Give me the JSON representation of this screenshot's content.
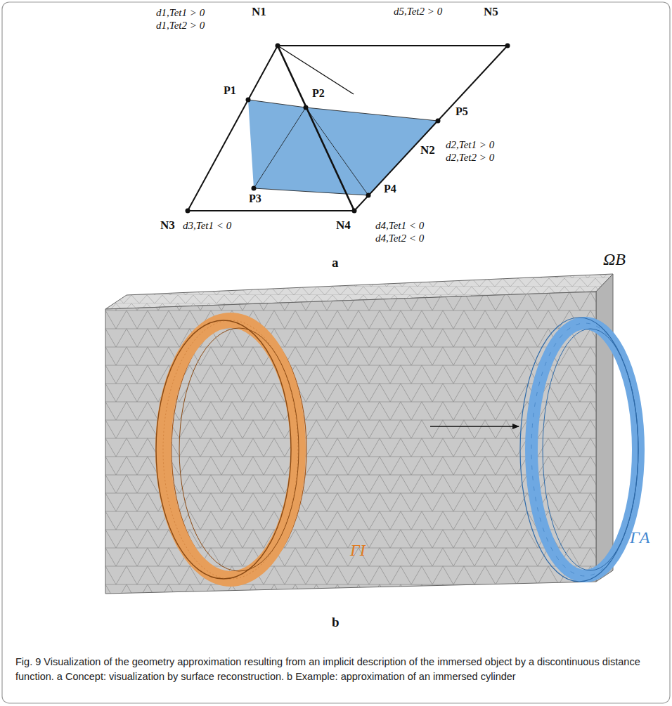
{
  "diagram": {
    "caption": "Fig. 9 Visualization of the geometry approximation resulting from an implicit description of the immersed object by a discontinuous distance function. a Concept: visualization by surface reconstruction. b Example: approximation of an immersed cylinder",
    "labels": [
      "d1,Tet1 > 0",
      "d1,Tet2 > 0",
      "N1",
      "d5,Tet2 > 0",
      "N5",
      "P1",
      "P2",
      "P5",
      "N2",
      "d2,Tet1 > 0",
      "d2,Tet2 > 0",
      "P3",
      "P4",
      "N3",
      "d3,Tet1 < 0",
      "N4",
      "d4,Tet1 < 0",
      "d4,Tet2 < 0",
      "a",
      "ΩB",
      "ΓI",
      "ΓA",
      "b"
    ]
  }
}
